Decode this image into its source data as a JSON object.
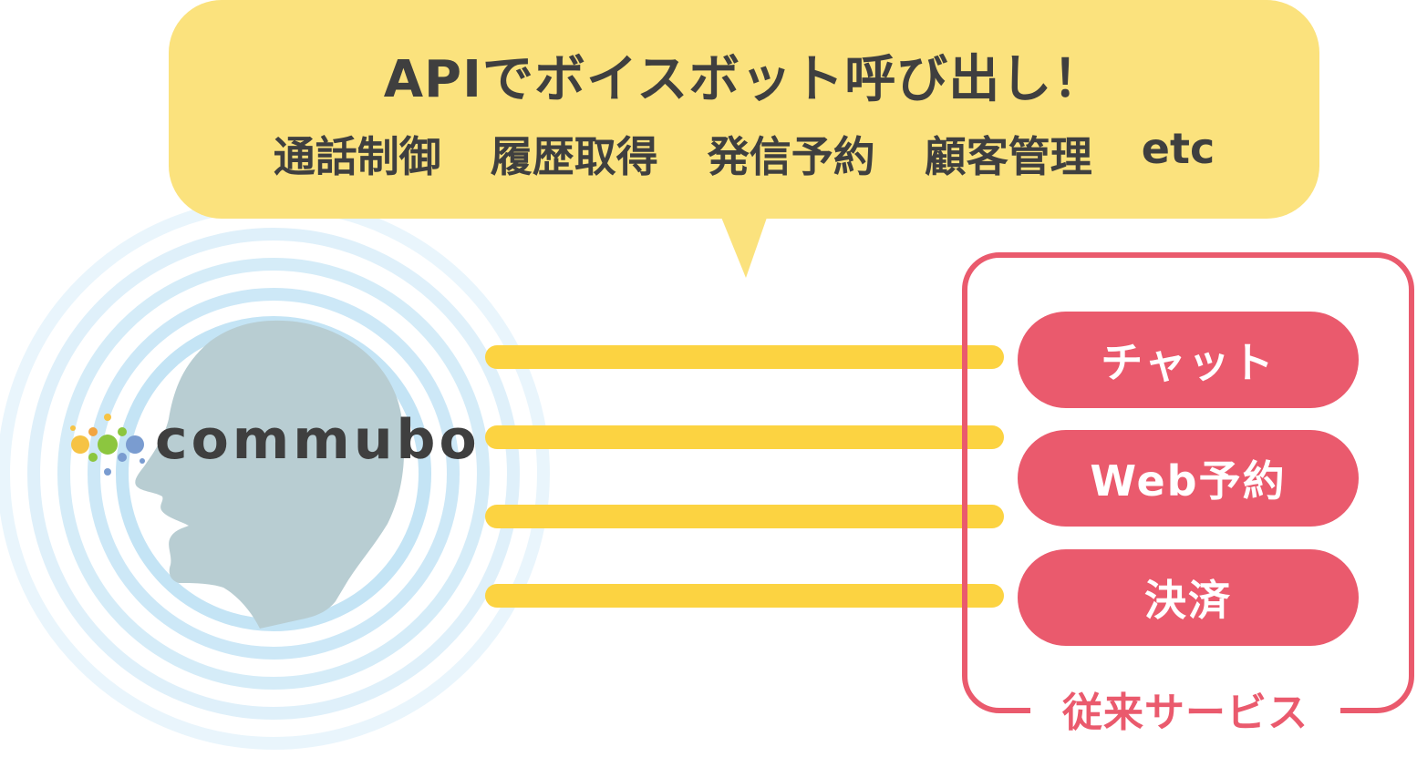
{
  "bubble": {
    "title": "APIでボイスボット呼び出し！",
    "features": [
      "通話制御",
      "履歴取得",
      "発信予約",
      "顧客管理",
      "etc"
    ]
  },
  "bot": {
    "logo_text": "commubo",
    "logo_dot_colors": [
      "#f6c344",
      "#8cc63f",
      "#7a9cd0",
      "#f2a541"
    ]
  },
  "services": {
    "items": [
      "チャット",
      "Web予約",
      "決済"
    ],
    "caption": "従来サービス"
  },
  "colors": {
    "bubble": "#fbe27d",
    "connector": "#fcd341",
    "service": "#ea5a6d",
    "head": "#b8cdd2",
    "ring": "#cfe8f7",
    "text": "#3f3f3f"
  }
}
